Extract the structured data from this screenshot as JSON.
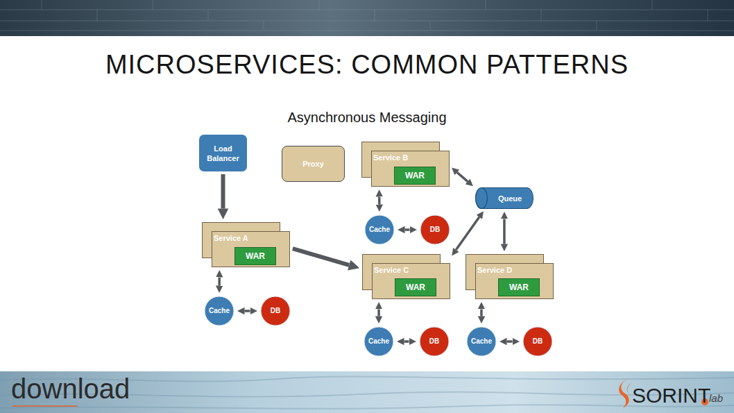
{
  "diagram": {
    "title": "MICROSERVICES: COMMON PATTERNS",
    "nodes": [
      {
        "text": [
          "Load Balancer"
        ]
      },
      {
        "text": [
          "Proxy"
        ]
      },
      {
        "text": [
          "Service B"
        ]
      },
      {
        "text": [
          "WAR"
        ],
        "in": 2
      },
      {
        "text": [
          "Queue"
        ]
      },
      {
        "text": [
          "Cache"
        ]
      },
      {
        "text": [
          "DB"
        ]
      },
      {
        "text": [
          "Service A"
        ]
      },
      {
        "text": [
          "WAR"
        ],
        "in": 7
      },
      {
        "text": [
          "Service C"
        ]
      },
      {
        "text": [
          "WAR"
        ],
        "in": 9
      },
      {
        "text": [
          "Service D"
        ]
      },
      {
        "text": [
          "WAR"
        ],
        "in": 11
      },
      {
        "text": [
          "Cache"
        ]
      },
      {
        "text": [
          "DB"
        ]
      },
      {
        "text": [
          "Cache"
        ]
      },
      {
        "text": [
          "DB"
        ]
      },
      {
        "text": [
          "Cache"
        ]
      },
      {
        "text": [
          "DB"
        ]
      }
    ],
    "edges": [
      {
        "from": 0,
        "to": 7,
        "arrow": "to"
      },
      {
        "from": 7,
        "to": 9,
        "arrow": "to"
      },
      {
        "from": 2,
        "to": 4,
        "arrow": "both"
      },
      {
        "from": 2,
        "to": 5,
        "arrow": "both"
      },
      {
        "from": 5,
        "to": 6,
        "arrow": "both"
      },
      {
        "from": 4,
        "to": 9,
        "arrow": "both"
      },
      {
        "from": 4,
        "to": 11,
        "arrow": "both"
      },
      {
        "from": 7,
        "to": 13,
        "arrow": "both"
      },
      {
        "from": 13,
        "to": 14,
        "arrow": "both"
      },
      {
        "from": 9,
        "to": 15,
        "arrow": "both"
      },
      {
        "from": 15,
        "to": 16,
        "arrow": "both"
      },
      {
        "from": 11,
        "to": 17,
        "arrow": "both"
      },
      {
        "from": 17,
        "to": 18,
        "arrow": "both"
      }
    ],
    "labels": [
      "Asynchronous Messaging",
      "download",
      "SORINT",
      "lab"
    ]
  }
}
